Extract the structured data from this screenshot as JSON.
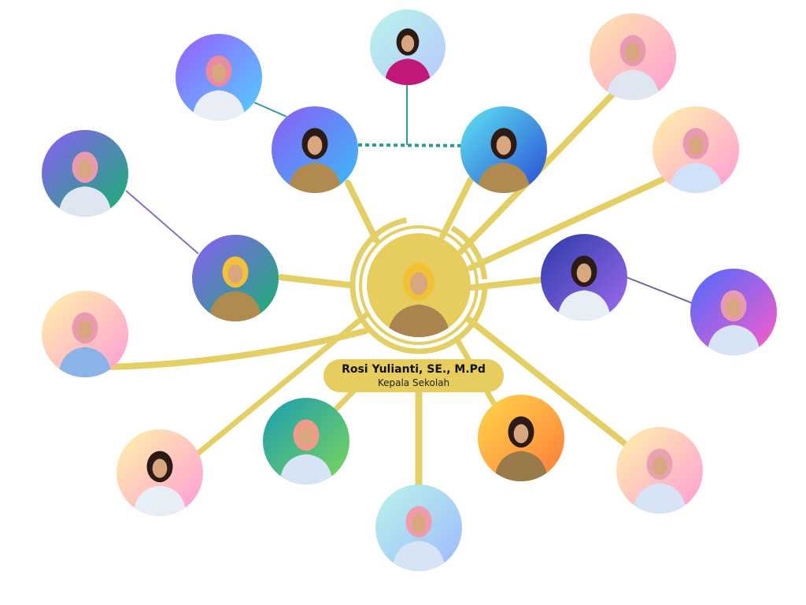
{
  "colors": {
    "connector": "#e3cf63",
    "teal_link": "#2a9d8f",
    "purple_link": "#8a6fbf",
    "dark_link": "#6a6a9a",
    "label_bg": "#e6cd5e"
  },
  "head": {
    "name": "Rosi Yulianti, SE., M.Pd",
    "title": "Kepala Sekolah"
  },
  "members": [
    {
      "id": "m-top-center",
      "desc": "man in magenta shirt",
      "gradient": [
        "#b8f5e8",
        "#b9c8ff"
      ],
      "icon": "person-icon"
    },
    {
      "id": "m-top-left",
      "desc": "woman in pink hijab",
      "gradient": [
        "#9b5cff",
        "#4fd2ff"
      ],
      "icon": "person-icon"
    },
    {
      "id": "m-upper-left-mid",
      "desc": "man in khaki uniform",
      "gradient": [
        "#8b5cf6",
        "#38bdf8"
      ],
      "icon": "person-icon"
    },
    {
      "id": "m-upper-right-mid",
      "desc": "man in khaki uniform",
      "gradient": [
        "#5ee7f0",
        "#2a4ad6"
      ],
      "icon": "person-icon"
    },
    {
      "id": "m-top-right",
      "desc": "woman in pink hijab",
      "gradient": [
        "#fde7a8",
        "#ff9bd8"
      ],
      "icon": "person-icon"
    },
    {
      "id": "m-right-upper",
      "desc": "woman in pink hijab",
      "gradient": [
        "#fff3a8",
        "#ff9bd8"
      ],
      "icon": "person-icon"
    },
    {
      "id": "m-left-upper",
      "desc": "woman in pink hijab",
      "gradient": [
        "#8b5cf6",
        "#16b36e"
      ],
      "icon": "person-icon"
    },
    {
      "id": "m-left-mid",
      "desc": "woman in yellow hijab",
      "gradient": [
        "#8b5cf6",
        "#16b36e"
      ],
      "icon": "person-icon"
    },
    {
      "id": "m-right-mid",
      "desc": "man in white shirt",
      "gradient": [
        "#2a3aa8",
        "#a06cf0"
      ],
      "icon": "person-icon"
    },
    {
      "id": "m-far-right",
      "desc": "woman in pink hijab",
      "gradient": [
        "#4b6bff",
        "#ff5cc8"
      ],
      "icon": "person-icon"
    },
    {
      "id": "m-left-lower",
      "desc": "woman in pink hijab",
      "gradient": [
        "#fff3a8",
        "#ff9bd8"
      ],
      "icon": "person-icon"
    },
    {
      "id": "m-bottom-left",
      "desc": "man in white shirt",
      "gradient": [
        "#fff3a8",
        "#ff9bd8"
      ],
      "icon": "person-icon"
    },
    {
      "id": "m-bottom-center-left",
      "desc": "woman in pink hijab",
      "gradient": [
        "#1a9bb0",
        "#7bd85a"
      ],
      "icon": "person-icon"
    },
    {
      "id": "m-bottom-center",
      "desc": "woman in pink hijab",
      "gradient": [
        "#b8f5e8",
        "#9fb8ff"
      ],
      "icon": "person-icon"
    },
    {
      "id": "m-bottom-center-right",
      "desc": "man in batik shirt",
      "gradient": [
        "#ffd84a",
        "#ff7a3a"
      ],
      "icon": "person-icon"
    },
    {
      "id": "m-bottom-right",
      "desc": "woman in pink hijab",
      "gradient": [
        "#fff3a8",
        "#ff9bd8"
      ],
      "icon": "person-icon"
    }
  ]
}
